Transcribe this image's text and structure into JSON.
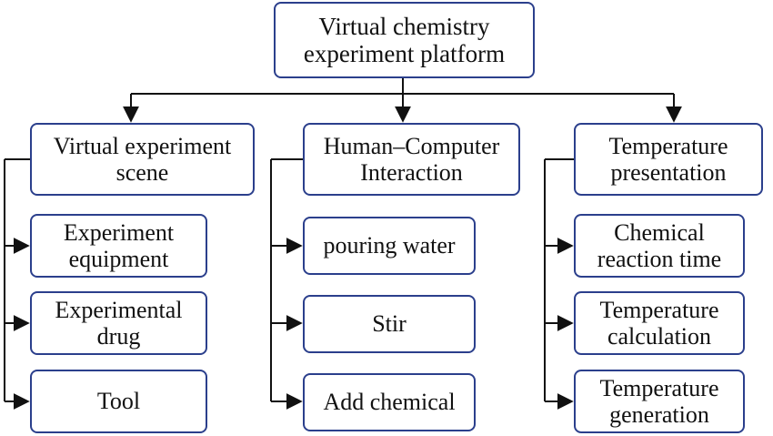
{
  "colors": {
    "box_border": "#2b3f8c",
    "line": "#111111",
    "text": "#111111",
    "background": "#ffffff"
  },
  "root": {
    "label": "Virtual chemistry\nexperiment platform"
  },
  "categories": [
    {
      "label": "Virtual experiment\nscene",
      "items": [
        "Experiment\nequipment",
        "Experimental\ndrug",
        "Tool"
      ]
    },
    {
      "label": "Human–Computer\nInteraction",
      "items": [
        "pouring water",
        "Stir",
        "Add chemical"
      ]
    },
    {
      "label": "Temperature\npresentation",
      "items": [
        "Chemical\nreaction time",
        "Temperature\ncalculation",
        "Temperature\ngeneration"
      ]
    }
  ]
}
